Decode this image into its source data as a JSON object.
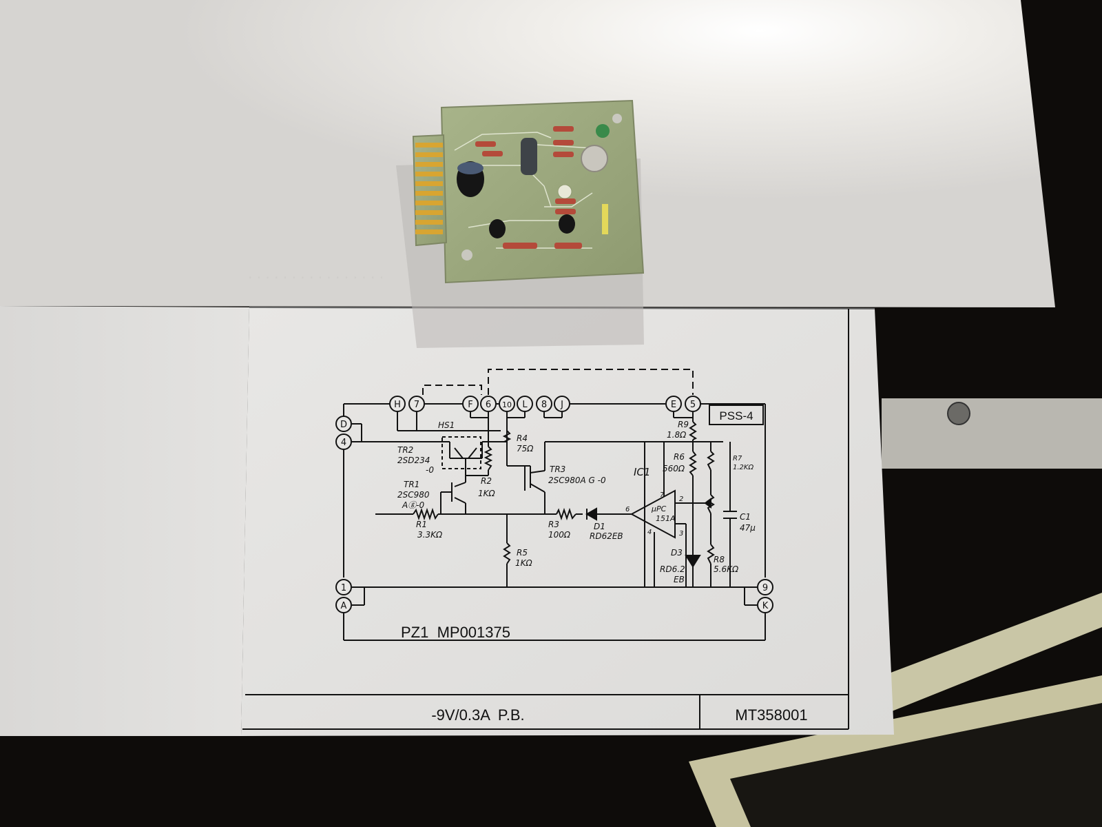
{
  "schematic": {
    "board_name": "PSS-4",
    "part_code": "PZ1  MP001375",
    "title_block": {
      "description": "-9V/0.3A  P.B.",
      "drawing_number": "MT358001"
    },
    "terminals_top": [
      "H",
      "7",
      "F",
      "6",
      "10",
      "L",
      "8",
      "J",
      "E",
      "5"
    ],
    "terminals_left": [
      "D",
      "4",
      "1",
      "A"
    ],
    "terminals_right": [
      "9",
      "K"
    ],
    "components": {
      "hs1": "HS1",
      "tr2": [
        "TR2",
        "2SD234",
        "-0"
      ],
      "tr1": [
        "TR1",
        "2SC980",
        "Aⓖ-0"
      ],
      "tr3": [
        "TR3",
        "2SC980A G -0"
      ],
      "r1": [
        "R1",
        "3.3KΩ"
      ],
      "r2": [
        "R2",
        "1KΩ"
      ],
      "r3": [
        "R3",
        "100Ω"
      ],
      "r4": [
        "R4",
        "75Ω"
      ],
      "r5": [
        "R5",
        "1KΩ"
      ],
      "r6": [
        "R6",
        "560Ω"
      ],
      "r7": [
        "R7",
        "1.2KΩ"
      ],
      "r8": [
        "R8",
        "5.6KΩ"
      ],
      "r9": [
        "R9",
        "1.8Ω"
      ],
      "d1": [
        "D1",
        "RD62EB"
      ],
      "d3": [
        "D3",
        "RD6.2",
        "EB"
      ],
      "c1": [
        "C1",
        "47μ"
      ],
      "ic1": [
        "IC1",
        "μPC",
        "151A"
      ],
      "ic_pins": [
        "7",
        "2",
        "6",
        "3",
        "4"
      ]
    }
  }
}
